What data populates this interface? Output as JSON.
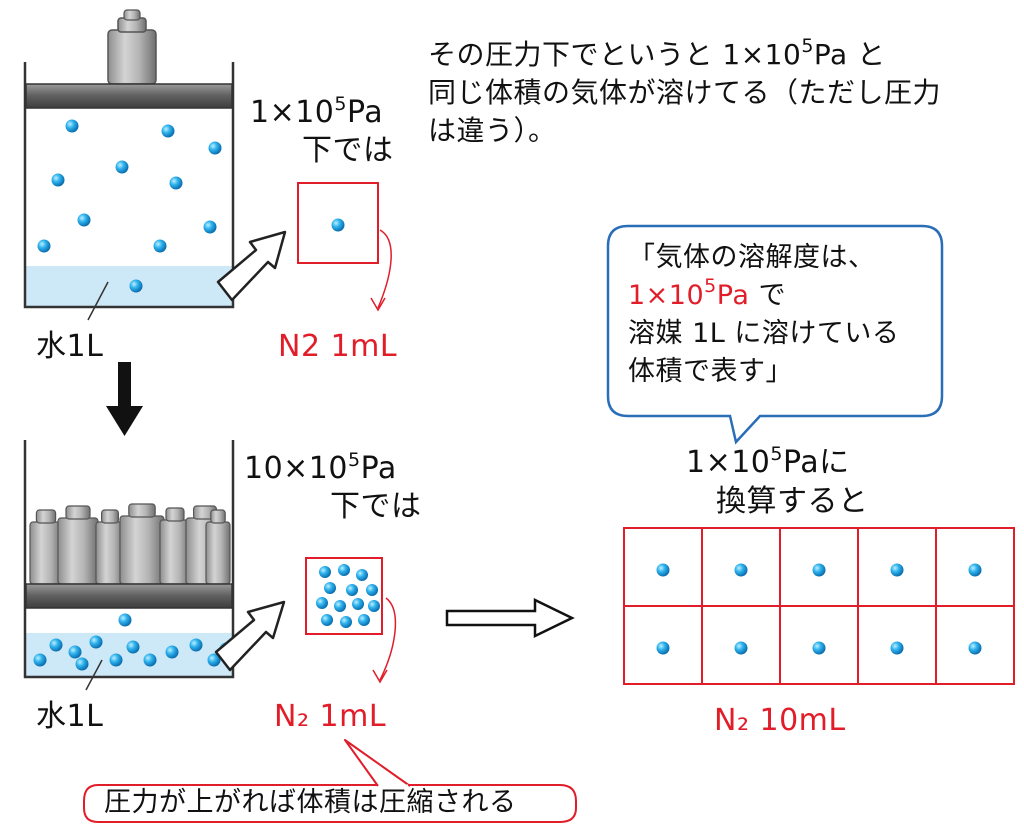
{
  "labels": {
    "top_pressure_line1": "1×10",
    "top_pressure_exp": "5",
    "top_pressure_unit": "Pa",
    "top_pressure_line2": "下では",
    "top_water": "水1L",
    "top_gas": "N2 1mL",
    "bottom_pressure_line1": "10×10",
    "bottom_pressure_exp": "5",
    "bottom_pressure_unit": "Pa",
    "bottom_pressure_line2": "下では",
    "bottom_water": "水1L",
    "bottom_gas": "N₂ 1mL",
    "convert_line1": "1×10",
    "convert_exp": "5",
    "convert_unit": "Paに",
    "convert_line2": "換算すると",
    "result_gas": "N₂ 10mL"
  },
  "note": {
    "line1_a": "その圧力下でというと 1×10",
    "line1_exp": "5",
    "line1_b": "Pa と",
    "line2": "同じ体積の気体が溶けてる（ただし圧力",
    "line3": "は違う）。"
  },
  "bubble": {
    "line1": "「気体の溶解度は、",
    "line2_red_a": "1×10",
    "line2_red_exp": "5",
    "line2_red_b": "Pa",
    "line2_rest": " で",
    "line3": "溶媒 1L に溶けている",
    "line4": "体積で表す」"
  },
  "callout": {
    "text": "圧力が上がれば体積は圧縮される"
  },
  "colors": {
    "red": "#e11d2a",
    "water": "#cde8f6",
    "bubble_border": "#2a6eb8",
    "gray": "#7a7a7a",
    "molecule": "#1ea0e6"
  }
}
